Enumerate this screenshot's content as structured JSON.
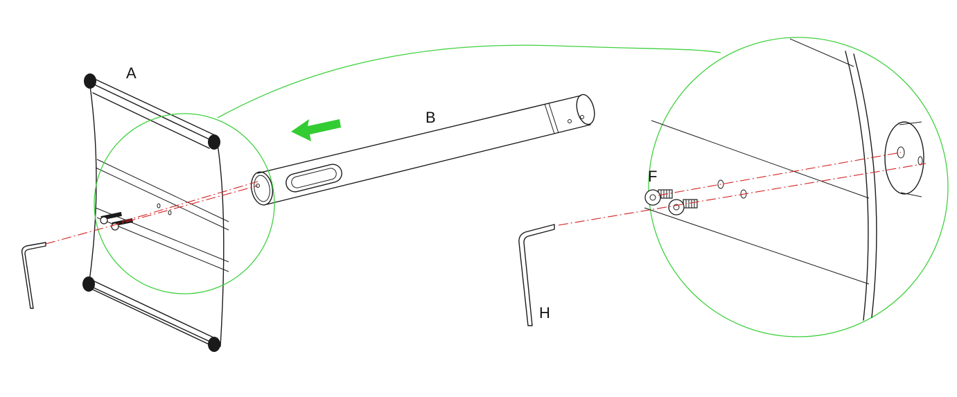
{
  "labels": {
    "part_a": "A",
    "part_b": "B",
    "part_f": "F",
    "part_h": "H"
  },
  "colors": {
    "line": "#1a1a1a",
    "axis": "#d21f1f",
    "callout": "#3ed13e",
    "arrow": "#33cc33"
  },
  "icons": {
    "direction": "left-arrow-icon",
    "tool": "hex-key-icon"
  }
}
